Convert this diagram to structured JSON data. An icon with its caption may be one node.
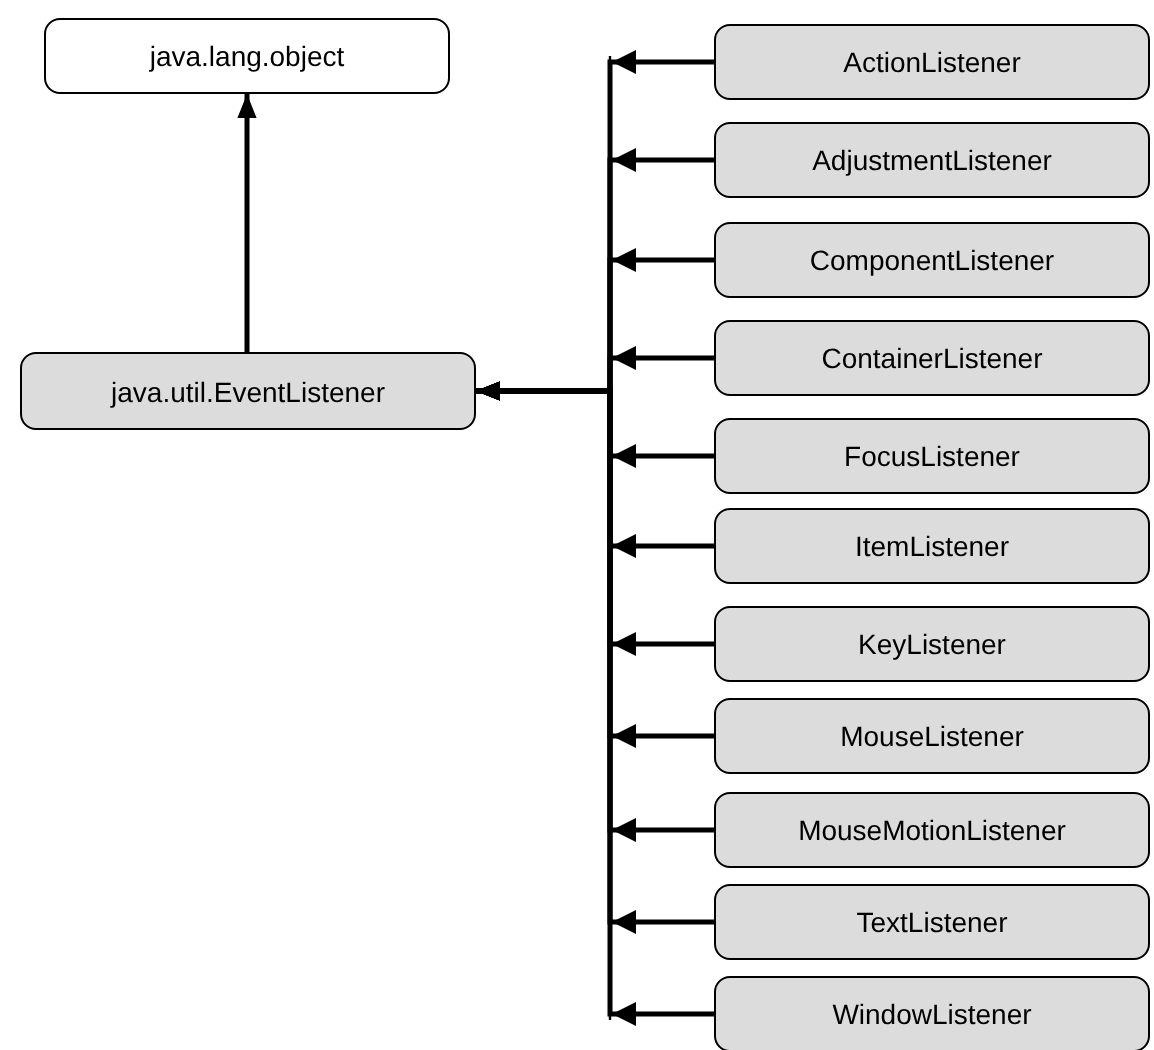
{
  "diagram": {
    "nodes": [
      {
        "text": [
          "java.lang.object"
        ]
      },
      {
        "text": [
          "java.util.EventListener"
        ]
      },
      {
        "text": [
          "ActionListener"
        ]
      },
      {
        "text": [
          "AdjustmentListener"
        ]
      },
      {
        "text": [
          "ComponentListener"
        ]
      },
      {
        "text": [
          "ContainerListener"
        ]
      },
      {
        "text": [
          "FocusListener"
        ]
      },
      {
        "text": [
          "ItemListener"
        ]
      },
      {
        "text": [
          "KeyListener"
        ]
      },
      {
        "text": [
          "MouseListener"
        ]
      },
      {
        "text": [
          "MouseMotionListener"
        ]
      },
      {
        "text": [
          "TextListener"
        ]
      },
      {
        "text": [
          "WindowListener"
        ]
      }
    ],
    "edges": [
      {
        "from": 1,
        "to": 0,
        "arrow": "to"
      },
      {
        "from": 2,
        "to": 1,
        "arrow": "to"
      },
      {
        "from": 3,
        "to": 1,
        "arrow": "to"
      },
      {
        "from": 4,
        "to": 1,
        "arrow": "to"
      },
      {
        "from": 5,
        "to": 1,
        "arrow": "to"
      },
      {
        "from": 6,
        "to": 1,
        "arrow": "to"
      },
      {
        "from": 7,
        "to": 1,
        "arrow": "to"
      },
      {
        "from": 8,
        "to": 1,
        "arrow": "to"
      },
      {
        "from": 9,
        "to": 1,
        "arrow": "to"
      },
      {
        "from": 10,
        "to": 1,
        "arrow": "to"
      },
      {
        "from": 11,
        "to": 1,
        "arrow": "to"
      },
      {
        "from": 12,
        "to": 1,
        "arrow": "to"
      }
    ]
  }
}
